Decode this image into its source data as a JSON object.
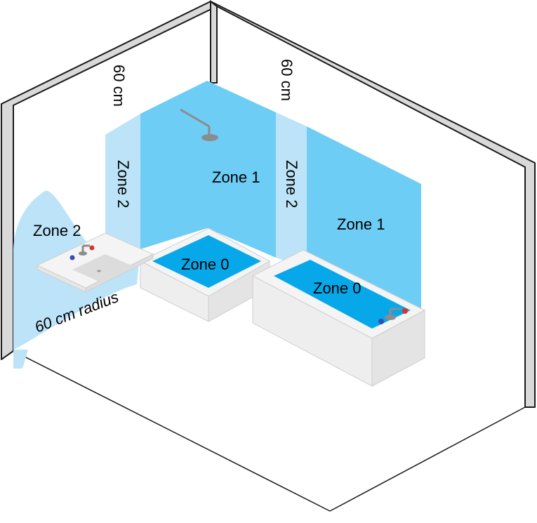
{
  "labels": {
    "dim_left": "60 cm",
    "dim_right": "60 cm",
    "zone2_shower_side": "Zone 2",
    "zone2_bath_side": "Zone 2",
    "zone2_basin": "Zone 2",
    "zone1_shower": "Zone 1",
    "zone1_bath": "Zone 1",
    "zone0_shower": "Zone 0",
    "zone0_bath": "Zone 0",
    "basin_radius": "60 cm radius"
  },
  "colors": {
    "zone0": "#06a8ea",
    "zone1": "#6ecdf5",
    "zone2": "#bde3f8",
    "wall": "#d9d9d9",
    "outline": "#1a1a1a",
    "fixture": "#f2f2f2",
    "metal": "#8c8c8c",
    "hot_tap": "#d9342b",
    "cold_tap": "#2f4fb5"
  }
}
